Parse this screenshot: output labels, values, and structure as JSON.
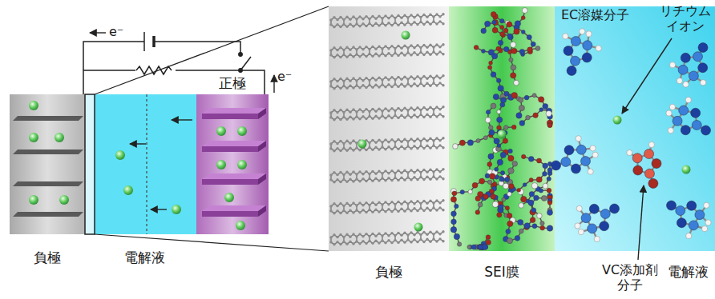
{
  "diagram": {
    "nodes": [
      {
        "text": [
          "負極"
        ]
      },
      {
        "text": [
          "電解液"
        ]
      },
      {
        "text": [
          "正極"
        ]
      },
      {
        "text": [
          "負極"
        ]
      },
      {
        "text": [
          "SEI膜"
        ]
      },
      {
        "text": [
          "電解液"
        ]
      }
    ],
    "edges": [
      {
        "from": 0,
        "to": 2,
        "arrow": "none"
      }
    ],
    "labels": [
      "e⁻",
      "e⁻",
      "EC溶媒分子",
      "リチウム イオン",
      "VC添加剤 分子"
    ]
  }
}
